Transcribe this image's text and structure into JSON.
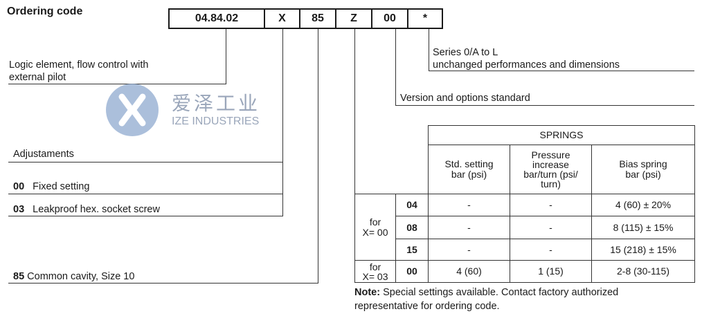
{
  "title": "Ordering code",
  "code_segments": [
    "04.84.02",
    "X",
    "85",
    "Z",
    "00",
    "*"
  ],
  "logic_element": "Logic element, flow control with\nexternal pilot",
  "series": {
    "line1": "Series 0/A to L",
    "line2": "unchanged performances and dimensions"
  },
  "version": "Version and options standard",
  "adjustments": {
    "header": "Adjustaments",
    "options": [
      {
        "code": "00",
        "label": "Fixed setting"
      },
      {
        "code": "03",
        "label": "Leakproof hex. socket screw"
      }
    ]
  },
  "cavity": {
    "code": "85",
    "label": "Common cavity, Size 10"
  },
  "watermark": {
    "chinese": "爱泽工业",
    "english": "IZE INDUSTRIES"
  },
  "springs_table": {
    "header": "SPRINGS",
    "columns": [
      "Std. setting\nbar (psi)",
      "Pressure\nincrease\nbar/turn (psi/\nturn)",
      "Bias spring\nbar (psi)"
    ],
    "group1_label": "for\nX= 00",
    "group2_label": "for\nX= 03",
    "rows": [
      {
        "code": "04",
        "std": "-",
        "pressure": "-",
        "bias": "4 (60) ± 20%"
      },
      {
        "code": "08",
        "std": "-",
        "pressure": "-",
        "bias": "8 (115) ± 15%"
      },
      {
        "code": "15",
        "std": "-",
        "pressure": "-",
        "bias": "15 (218) ± 15%"
      },
      {
        "code": "00",
        "std": "4 (60)",
        "pressure": "1 (15)",
        "bias": "2-8 (30-115)"
      }
    ]
  },
  "note": {
    "label": "Note:",
    "text": " Special settings available. Contact factory authorized\nrepresentative for ordering code."
  }
}
